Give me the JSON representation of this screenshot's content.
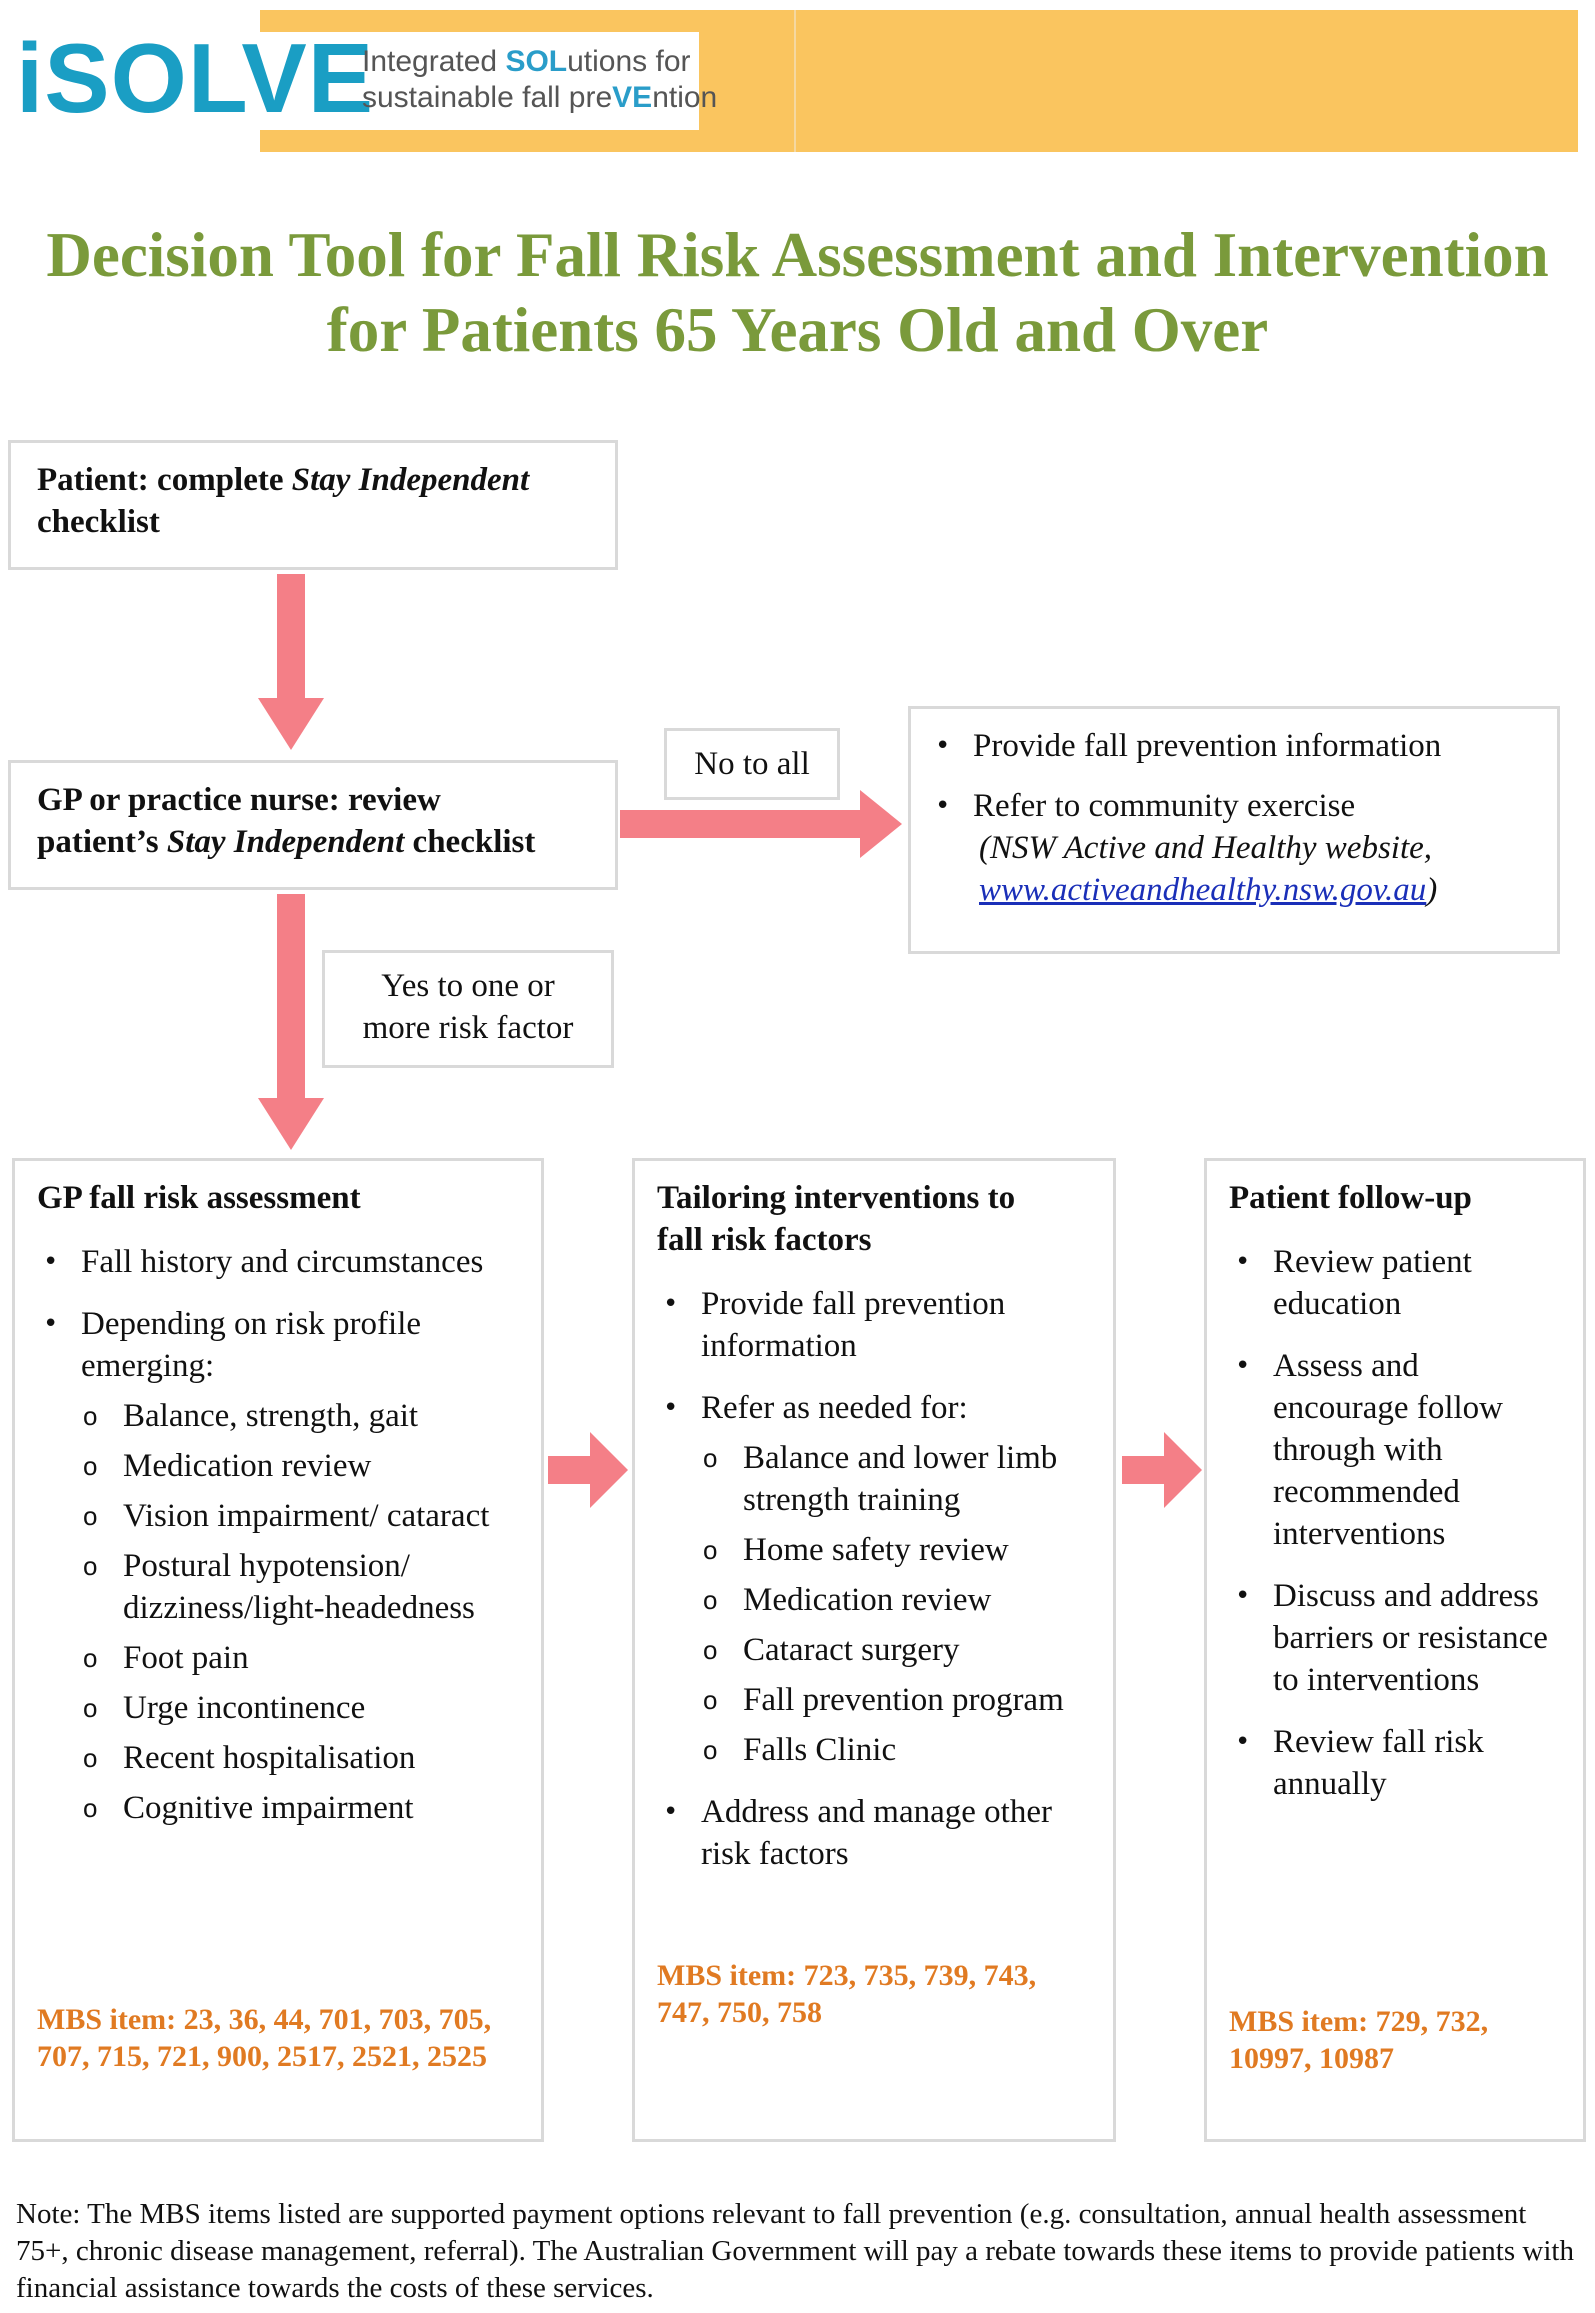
{
  "logo": {
    "text": "iSOLVE",
    "sub_line1_a": "Integrated ",
    "sub_line1_b": "SOL",
    "sub_line1_c": "utions for",
    "sub_line2_a": "sustainable fall pre",
    "sub_line2_b": "VE",
    "sub_line2_c": "ntion"
  },
  "title": {
    "line1": "Decision Tool for Fall Risk Assessment and Intervention",
    "line2": "for Patients 65 Years Old and Over"
  },
  "step1": {
    "pre": "Patient: complete ",
    "italic": "Stay Independent",
    "post": "checklist"
  },
  "step2": {
    "line1": "GP or practice nurse: review",
    "line2_pre": "patient’s ",
    "line2_italic": "Stay Independent",
    "line2_post": " checklist"
  },
  "label_no": "No to all",
  "label_yes_line1": "Yes to one or",
  "label_yes_line2": "more risk factor",
  "no_box": {
    "item1": "Provide fall prevention information",
    "item2": "Refer to community exercise",
    "item2_sub_pre": "(NSW Active and Healthy website,",
    "item2_link": "www.activeandhealthy.nsw.gov.au",
    "item2_close": ")"
  },
  "col1": {
    "heading": "GP fall risk assessment",
    "bullet1": "Fall history and circumstances",
    "bullet2": "Depending on risk profile emerging:",
    "subs": [
      "Balance, strength, gait",
      "Medication review",
      "Vision impairment/ cataract",
      "Postural hypotension/ dizziness/light-headedness",
      "Foot pain",
      "Urge incontinence",
      "Recent hospitalisation",
      "Cognitive impairment"
    ],
    "mbs": "MBS item: 23, 36, 44, 701, 703, 705, 707, 715, 721, 900, 2517, 2521, 2525"
  },
  "col2": {
    "heading_line1": "Tailoring interventions to",
    "heading_line2": "fall risk factors",
    "bullet1": "Provide fall prevention information",
    "bullet2": "Refer as needed for:",
    "subs": [
      "Balance and lower limb strength training",
      "Home safety review",
      "Medication review",
      "Cataract surgery",
      "Fall prevention program",
      "Falls Clinic"
    ],
    "bullet3": "Address and manage other risk factors",
    "mbs": "MBS item: 723, 735, 739, 743, 747, 750, 758"
  },
  "col3": {
    "heading": "Patient follow-up",
    "bullets": [
      "Review patient education",
      "Assess and encourage follow through with recommended interventions",
      "Discuss and address barriers or resistance to interventions",
      "Review fall risk annually"
    ],
    "mbs": "MBS item: 729, 732, 10997, 10987"
  },
  "note": "Note: The MBS items listed are supported payment options relevant to fall prevention (e.g. consultation, annual health assessment 75+, chronic disease management, referral). The Australian Government will pay a rebate towards these items to provide patients with financial assistance towards the costs of these services.",
  "colors": {
    "banner": "#fac55f",
    "logo_blue": "#1a9ec4",
    "title_green": "#7a9a3b",
    "arrow_pink": "#f47f87",
    "mbs_orange": "#e07a22"
  }
}
